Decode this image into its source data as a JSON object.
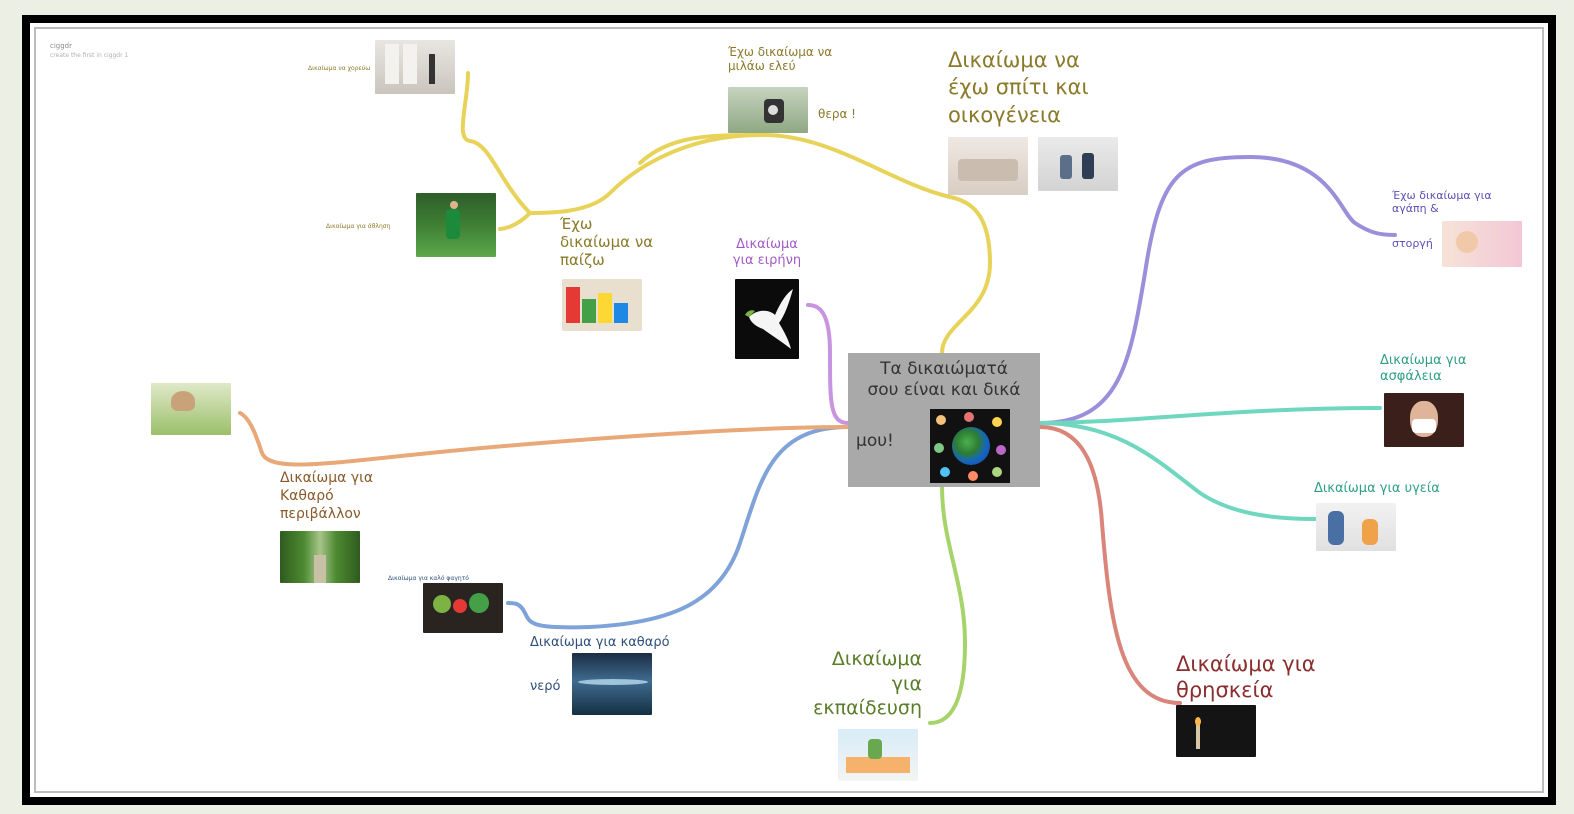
{
  "app": {
    "title": "ciggdr",
    "subtitle": "create the first in ciggdr 1"
  },
  "center": {
    "line1": "Τα δικαιώματά",
    "line2": "σου είναι και δικά",
    "line3": "μου!"
  },
  "topics": {
    "play_title_1": "Έχω",
    "play_title_2": "δικαίωμα να",
    "play_title_3": "παίζω",
    "dance_label": "Δικαίωμα να χορεύω",
    "sport_label": "Δικαίωμα για άθληση",
    "speak_line1": "Έχω δικαίωμα να",
    "speak_line2": "μιλάω ελεύ",
    "speak_line3": "θερα !",
    "home_line1": "Δικαίωμα να",
    "home_line2": "έχω σπίτι και",
    "home_line3": "οικογένεια",
    "peace_line1": "Δικαίωμα",
    "peace_line2": "για ειρήνη",
    "love_line1": "Έχω δικαίωμα για",
    "love_line2": "αγάπη &",
    "love_line3": "στοργή",
    "safety_line1": "Δικαίωμα για",
    "safety_line2": "ασφάλεια",
    "health": "Δικαίωμα για υγεία",
    "religion_line1": "Δικαίωμα για",
    "religion_line2": "θρησκεία",
    "education_line1": "Δικαίωμα",
    "education_line2": "για",
    "education_line3": "εκπαίδευση",
    "water_line1": "Δικαίωμα για καθαρό",
    "water_line2": "νερό",
    "food_label": "Δικαίωμα για καλό φαγητό",
    "env_line1": "Δικαίωμα για",
    "env_line2": "Καθαρό",
    "env_line3": "περιβάλλον"
  },
  "colors": {
    "yellow": "#e8d35a",
    "purple": "#9b8fdb",
    "violet": "#c894e0",
    "teal": "#6fd6bf",
    "red": "#d9857a",
    "green": "#a6d46a",
    "blue": "#7fa3d9",
    "orange": "#e8a878",
    "center_box": "#a9a9a9"
  }
}
